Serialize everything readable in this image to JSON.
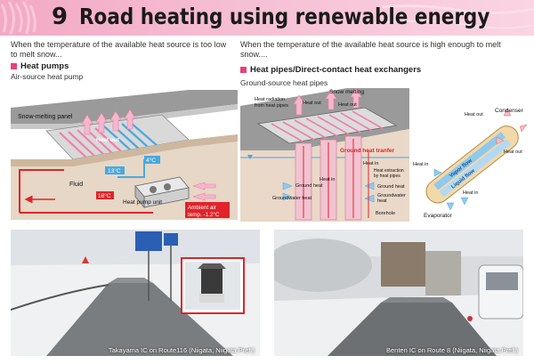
{
  "header": {
    "number": "9",
    "title": "Road heating using renewable energy"
  },
  "left": {
    "description": "When the temperature of the available heat source is too low to melt snow...",
    "subtitle": "Heat pumps",
    "caption": "Air-source heat pump",
    "diagram": {
      "snow_panel": "Snow-melting panel",
      "heat_out": "Heat out",
      "fluid": "Fluid",
      "temp_13": "13°C",
      "temp_4": "4°C",
      "temp_18": "18°C",
      "heat_pump_unit": "Heat pump unit",
      "ambient_1": "Ambient air",
      "ambient_2": "temp. -1.2°C"
    }
  },
  "right": {
    "description": "When the temperature of the available heat source is high enough to melt snow....",
    "subtitle": "Heat pipes/Direct-contact heat exchangers",
    "caption": "Ground-source heat pipes",
    "diagram": {
      "snow_melting": "Snow melting",
      "heat_radiation_1": "Heat radiation",
      "heat_radiation_2": "from heat pipes",
      "heat_out_1": "Heat out",
      "heat_out_2": "Heat out",
      "ground_transfer": "Ground heat tranfer",
      "heat_in_1": "Heat in",
      "heat_in_2": "Heat in",
      "heat_extraction_1": "Heat extraction",
      "heat_extraction_2": "by heat pipes",
      "ground_heat_left": "Ground heat",
      "groundwater_left": "Groundwater heat",
      "ground_heat_right": "Ground heat",
      "groundwater_right_1": "Groundwater",
      "groundwater_right_2": "heat",
      "borehole": "Borehole"
    },
    "pipe": {
      "heat_out_top": "Heat out",
      "condenser": "Condenser",
      "vapor_flow": "Vapor flow",
      "liquid_flow": "Liquid flow",
      "heat_in_left": "Heat in",
      "heat_out_right": "Heat out",
      "heat_in_bottom": "Heat in",
      "evaporator": "Evaporator"
    }
  },
  "photos": {
    "left_caption": "Takayama IC on Route116 (Niigata, Niigata Pref.)",
    "right_caption": "Benten IC on Route 8 (Niigata, Niigata Pref.)"
  },
  "colors": {
    "accent": "#e8417a",
    "banner": "#f3a9c4",
    "heat_pink": "#f07fa8",
    "cold_blue": "#4aa8e0",
    "red_label": "#e0242a"
  }
}
